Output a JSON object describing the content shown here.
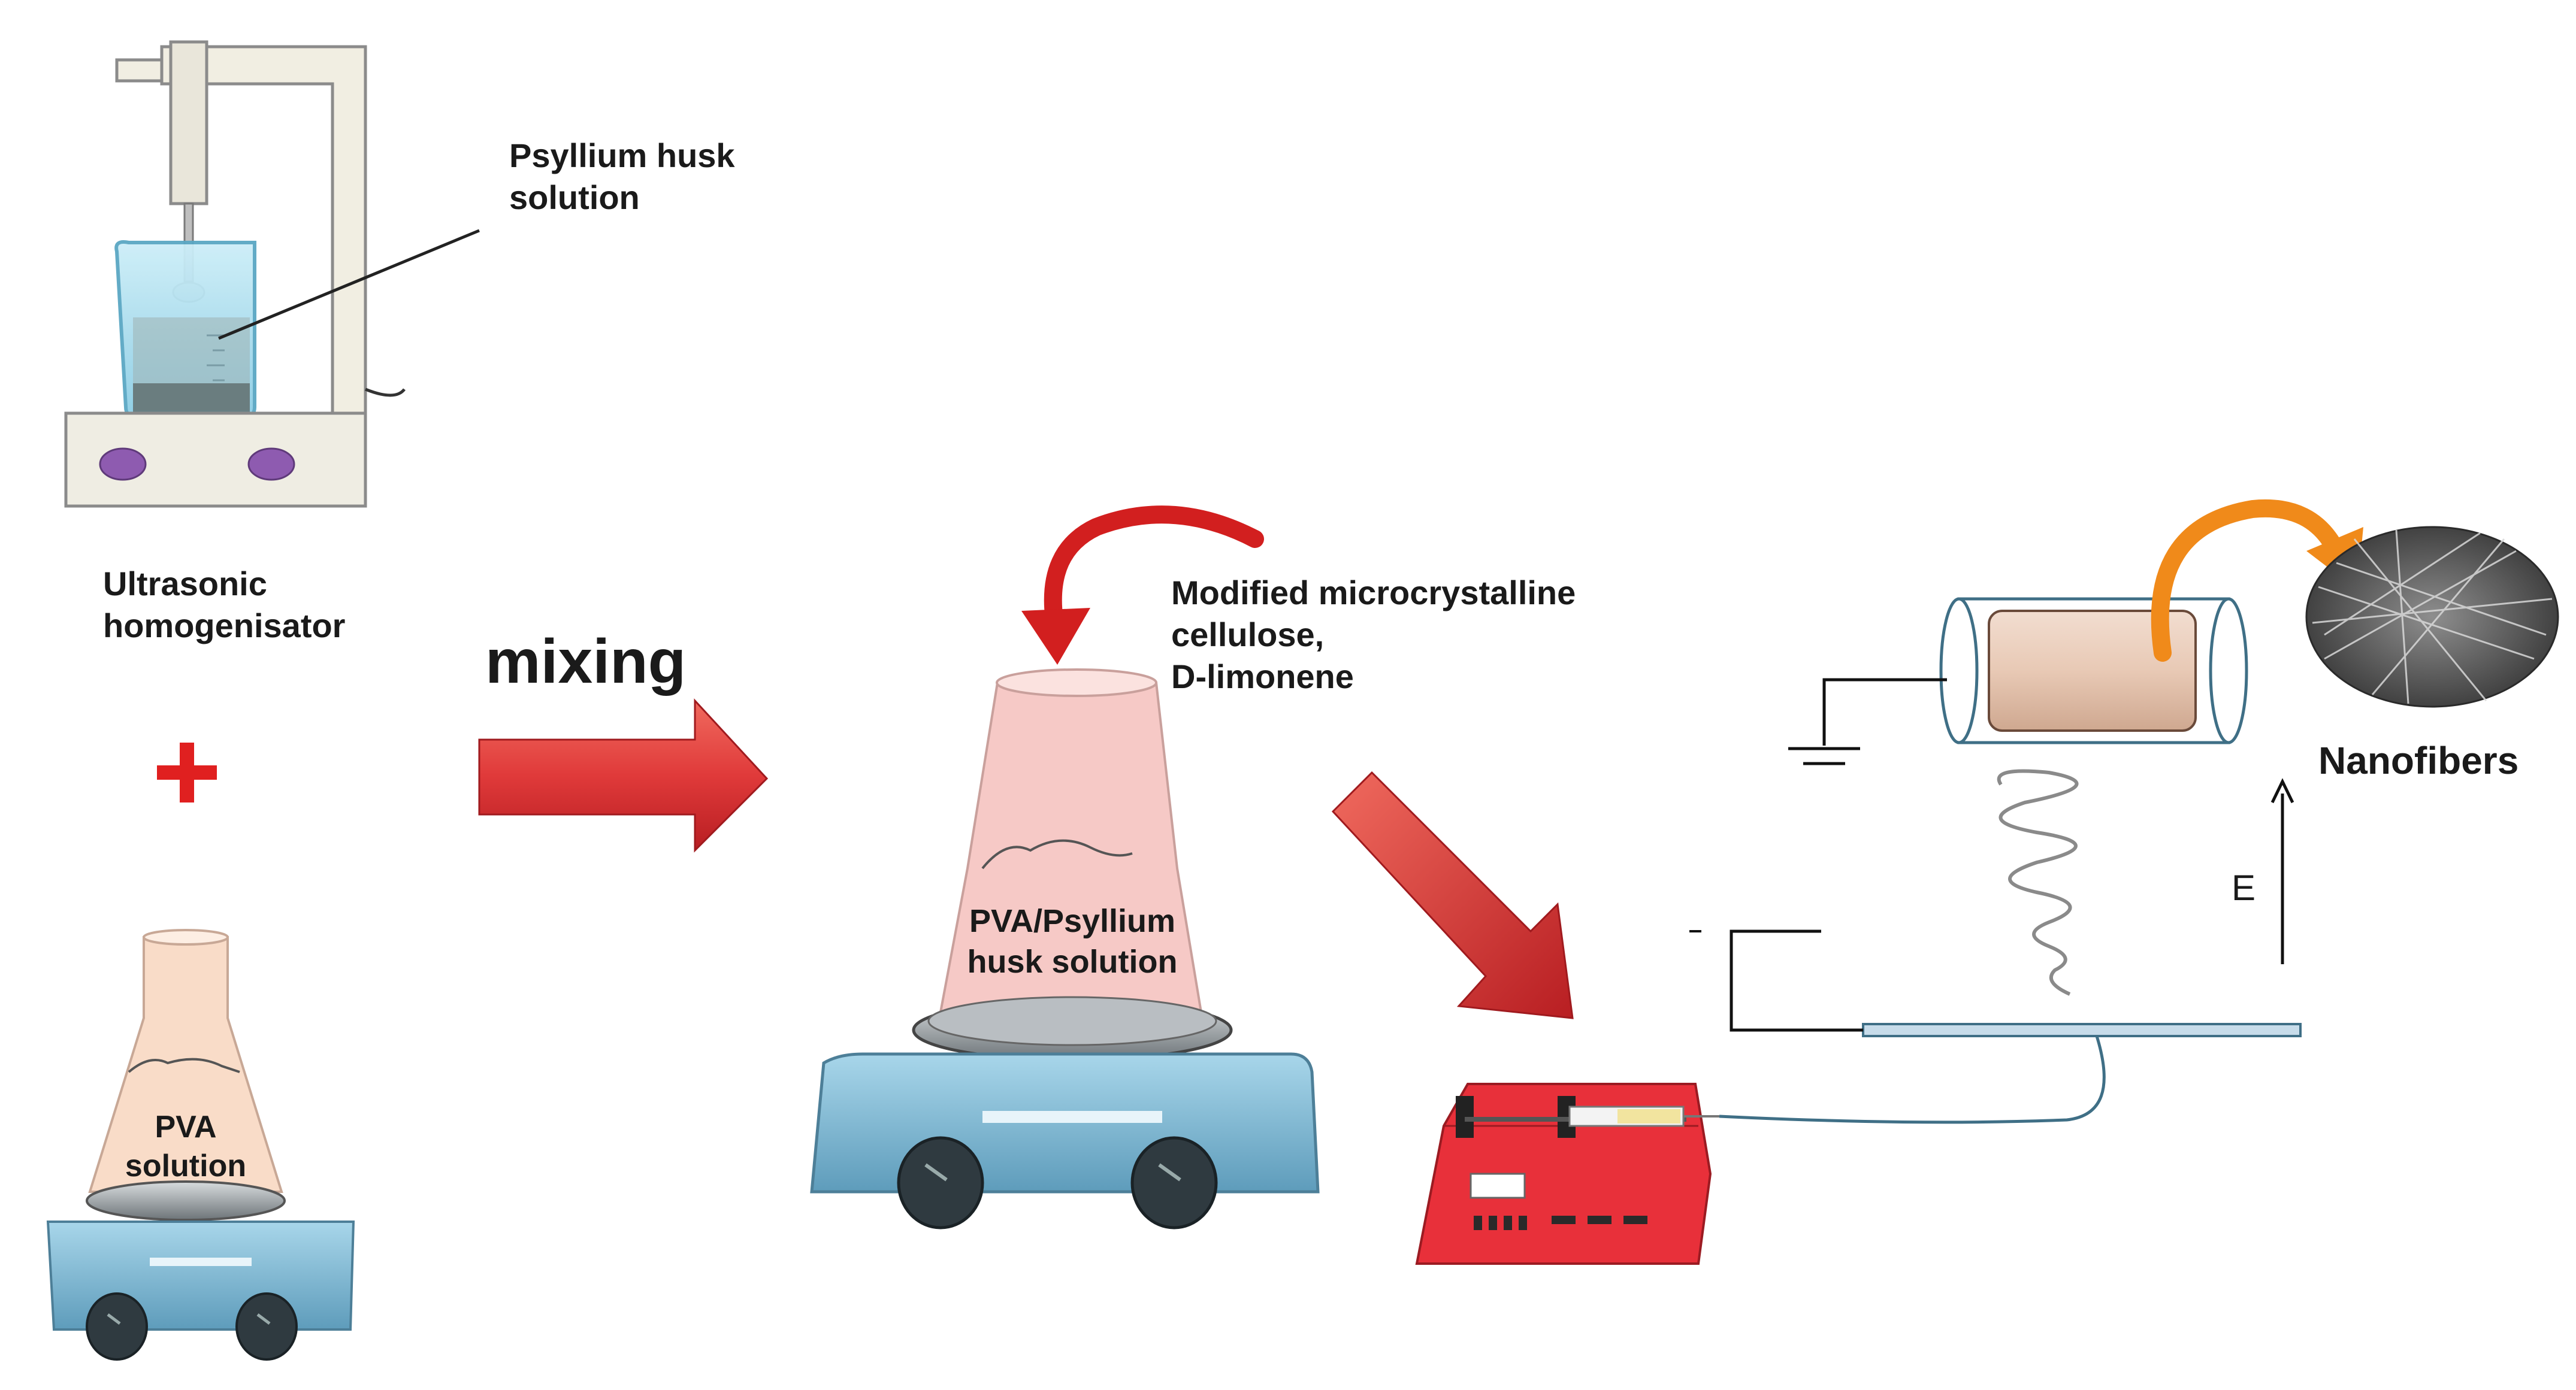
{
  "labels": {
    "psyllium_solution": [
      "Psyllium husk",
      "solution"
    ],
    "homogenisator": [
      "Ultrasonic",
      "homogenisator"
    ],
    "plus": "+",
    "mixing": "mixing",
    "pva_solution": [
      "PVA",
      "solution"
    ],
    "pva_psyllium": [
      "PVA/Psyllium",
      "husk solution"
    ],
    "additives": [
      "Modified microcrystalline",
      "cellulose,",
      "D-limonene"
    ],
    "nanofibers": "Nanofibers",
    "field": "E"
  },
  "colors": {
    "arrow_red": "#e03a3a",
    "curve_red": "#d21f1f",
    "curve_orange": "#f08a1a",
    "flask_pink": "#f6c9c6",
    "flask_peach": "#f9dcc8",
    "stirrer_blue": "#8fc6de",
    "pump_red": "#e8303a",
    "beaker_blue": "#a9dcef"
  }
}
